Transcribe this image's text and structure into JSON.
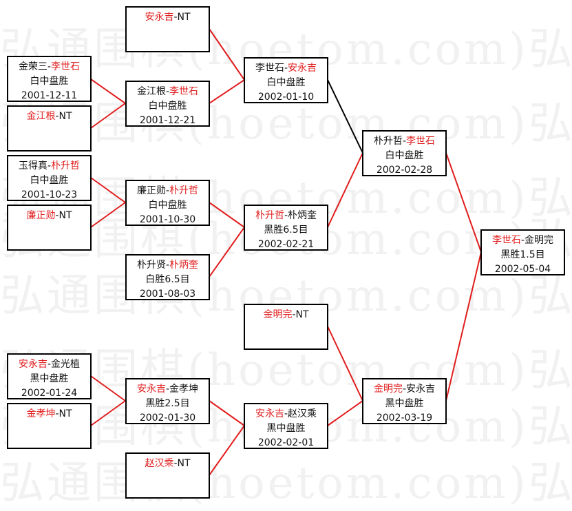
{
  "watermark": "弘通围棋(hoetom.com)弘通围",
  "colors": {
    "winner": "#e11d1d",
    "text": "#111111",
    "line_red": "#e11d1d",
    "line_black": "#000000"
  },
  "boxes": [
    {
      "lines": [
        [
          {
            "t": "安永吉",
            "w": true
          },
          {
            "t": "-NT"
          }
        ]
      ]
    },
    {
      "lines": [
        [
          {
            "t": "金荣三-"
          },
          {
            "t": "李世石",
            "w": true
          }
        ],
        [
          {
            "t": "白中盘胜"
          }
        ],
        [
          {
            "t": "2001-12-11"
          }
        ]
      ]
    },
    {
      "lines": [
        [
          {
            "t": "金江根",
            "w": true
          },
          {
            "t": "-NT"
          }
        ]
      ]
    },
    {
      "lines": [
        [
          {
            "t": "玉得真-"
          },
          {
            "t": "朴升哲",
            "w": true
          }
        ],
        [
          {
            "t": "白中盘胜"
          }
        ],
        [
          {
            "t": "2001-10-23"
          }
        ]
      ]
    },
    {
      "lines": [
        [
          {
            "t": "廉正勋",
            "w": true
          },
          {
            "t": "-NT"
          }
        ]
      ]
    },
    {
      "lines": [
        [
          {
            "t": "金江根-"
          },
          {
            "t": "李世石",
            "w": true
          }
        ],
        [
          {
            "t": "白中盘胜"
          }
        ],
        [
          {
            "t": "2001-12-21"
          }
        ]
      ]
    },
    {
      "lines": [
        [
          {
            "t": "廉正勋-"
          },
          {
            "t": "朴升哲",
            "w": true
          }
        ],
        [
          {
            "t": "白中盘胜"
          }
        ],
        [
          {
            "t": "2001-10-30"
          }
        ]
      ]
    },
    {
      "lines": [
        [
          {
            "t": "朴升贤-"
          },
          {
            "t": "朴炳奎",
            "w": true
          }
        ],
        [
          {
            "t": "白胜6.5目"
          }
        ],
        [
          {
            "t": "2001-08-03"
          }
        ]
      ]
    },
    {
      "lines": [
        [
          {
            "t": "李世石-"
          },
          {
            "t": "安永吉",
            "w": true
          }
        ],
        [
          {
            "t": "白中盘胜"
          }
        ],
        [
          {
            "t": "2002-01-10"
          }
        ]
      ]
    },
    {
      "lines": [
        [
          {
            "t": "朴升哲",
            "w": true
          },
          {
            "t": "-朴炳奎"
          }
        ],
        [
          {
            "t": "黑胜6.5目"
          }
        ],
        [
          {
            "t": "2002-02-21"
          }
        ]
      ]
    },
    {
      "lines": [
        [
          {
            "t": "朴升哲-"
          },
          {
            "t": "李世石",
            "w": true
          }
        ],
        [
          {
            "t": "白中盘胜"
          }
        ],
        [
          {
            "t": "2002-02-28"
          }
        ]
      ]
    },
    {
      "lines": [
        [
          {
            "t": "李世石",
            "w": true
          },
          {
            "t": "-金明完"
          }
        ],
        [
          {
            "t": "黑胜1.5目"
          }
        ],
        [
          {
            "t": "2002-05-04"
          }
        ]
      ]
    },
    {
      "lines": [
        [
          {
            "t": "金明完",
            "w": true
          },
          {
            "t": "-NT"
          }
        ]
      ]
    },
    {
      "lines": [
        [
          {
            "t": "安永吉",
            "w": true
          },
          {
            "t": "-金光植"
          }
        ],
        [
          {
            "t": "黑中盘胜"
          }
        ],
        [
          {
            "t": "2002-01-24"
          }
        ]
      ]
    },
    {
      "lines": [
        [
          {
            "t": "金孝坤",
            "w": true
          },
          {
            "t": "-NT"
          }
        ]
      ]
    },
    {
      "lines": [
        [
          {
            "t": "安永吉",
            "w": true
          },
          {
            "t": "-金孝坤"
          }
        ],
        [
          {
            "t": "黑胜2.5目"
          }
        ],
        [
          {
            "t": "2002-01-30"
          }
        ]
      ]
    },
    {
      "lines": [
        [
          {
            "t": "赵汉乘",
            "w": true
          },
          {
            "t": "-NT"
          }
        ]
      ]
    },
    {
      "lines": [
        [
          {
            "t": "安永吉",
            "w": true
          },
          {
            "t": "-赵汉乘"
          }
        ],
        [
          {
            "t": "黑中盘胜"
          }
        ],
        [
          {
            "t": "2002-02-01"
          }
        ]
      ]
    },
    {
      "lines": [
        [
          {
            "t": "金明完",
            "w": true
          },
          {
            "t": "-安永吉"
          }
        ],
        [
          {
            "t": "黑中盘胜"
          }
        ],
        [
          {
            "t": "2002-03-19"
          }
        ]
      ]
    }
  ]
}
